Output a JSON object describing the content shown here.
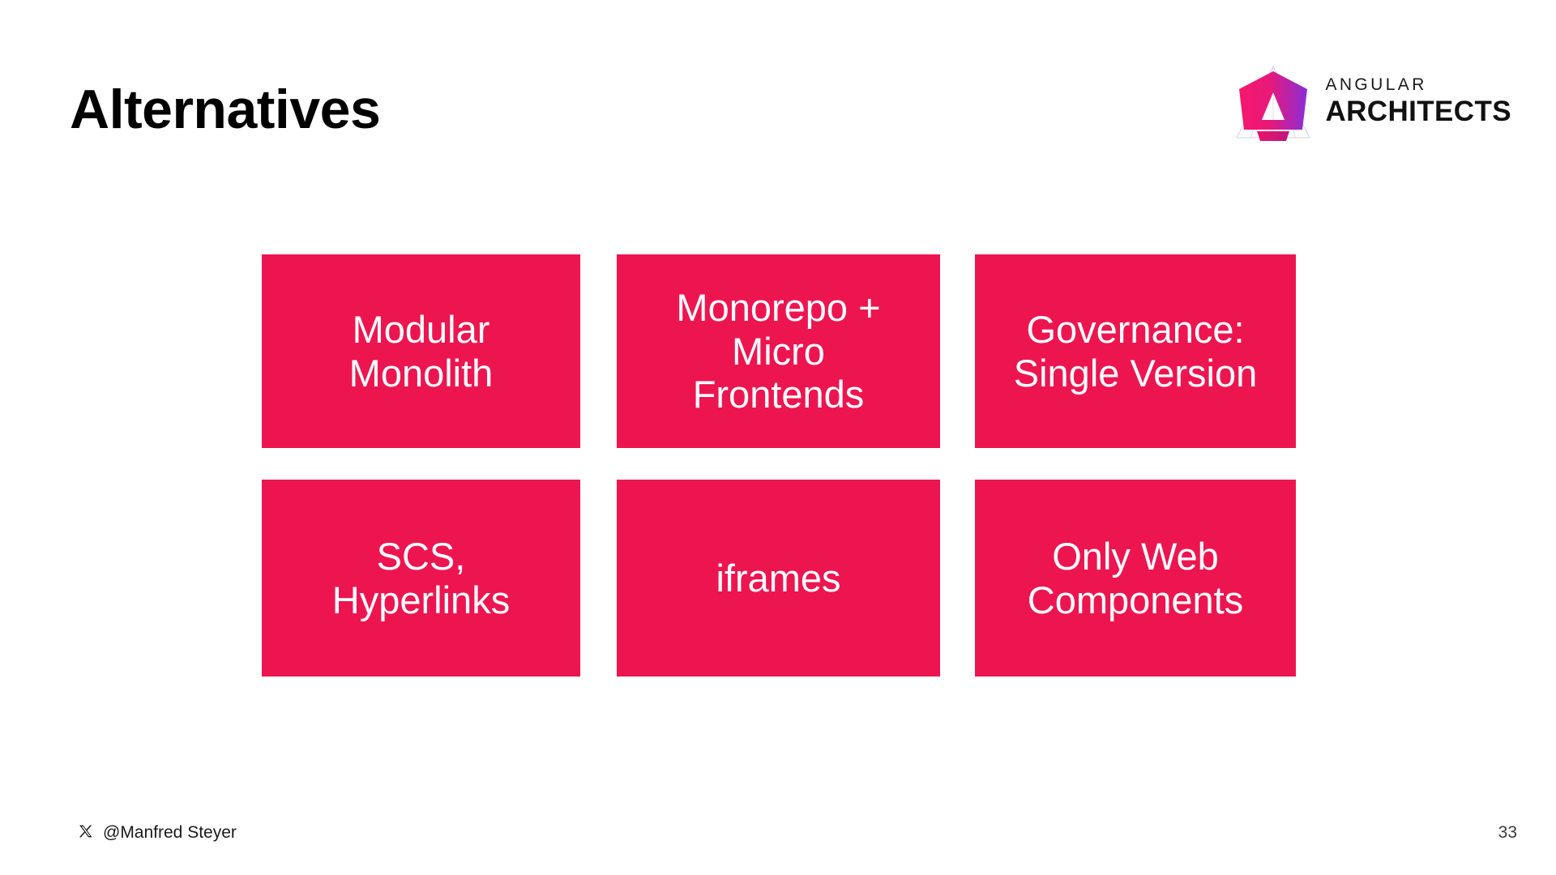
{
  "slide": {
    "title": "Alternatives",
    "background_color": "#ffffff",
    "accent_color": "#ed1550",
    "page_number": "33"
  },
  "logo": {
    "mark_name": "angular-architects-shield-icon",
    "line1": "ANGULAR",
    "line2": "ARCHITECTS",
    "gradient_from": "#f2186b",
    "gradient_to": "#8b2fd6"
  },
  "boxes": [
    {
      "id": "modular-monolith",
      "label": "Modular\nMonolith"
    },
    {
      "id": "monorepo-micro-frontends",
      "label": "Monorepo +\nMicro\nFrontends"
    },
    {
      "id": "governance-single-version",
      "label": "Governance:\nSingle Version"
    },
    {
      "id": "scs-hyperlinks",
      "label": "SCS,\nHyperlinks"
    },
    {
      "id": "iframes",
      "label": "iframes"
    },
    {
      "id": "only-web-components",
      "label": "Only Web\nComponents"
    }
  ],
  "footer": {
    "social_icon": "x-twitter-icon",
    "handle": "@Manfred Steyer"
  }
}
